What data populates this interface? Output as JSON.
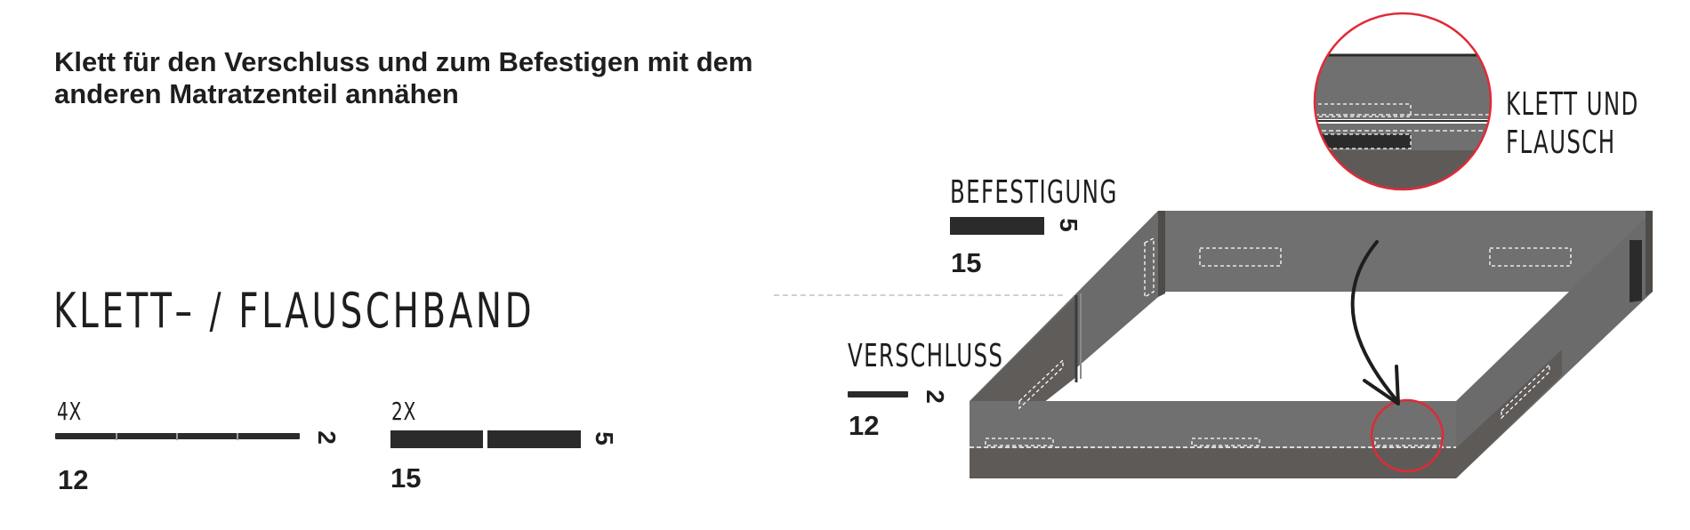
{
  "instruction": {
    "line1": "Klett für den Verschluss und zum Befestigen mit dem",
    "line2": "anderen Matratzenteil annähen"
  },
  "section_title": "KLETT– / FLAUSCHBAND",
  "parts": [
    {
      "count": "4X",
      "length": "12",
      "width": "2"
    },
    {
      "count": "2X",
      "length": "15",
      "width": "5"
    }
  ],
  "labels": {
    "befestigung": {
      "text": "BEFESTIGUNG",
      "length": "15",
      "width": "5"
    },
    "verschluss": {
      "text": "VERSCHLUSS",
      "length": "12",
      "width": "2"
    },
    "klett_flausch_line1": "KLETT UND",
    "klett_flausch_line2": "FLAUSCH"
  },
  "colors": {
    "strip": "#2b2b2b",
    "frame_top": "#707070",
    "frame_side": "#5e5a58",
    "highlight": "#e02a36"
  }
}
